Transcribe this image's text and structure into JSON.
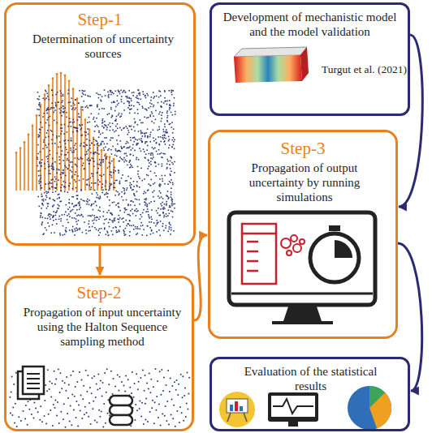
{
  "diagram": {
    "nodes": [
      {
        "text": [
          "Step-1",
          "Determination of uncertainty sources"
        ]
      },
      {
        "text": [
          "Development of mechanistic model and the model validation",
          "Turgut et al. (2021)"
        ]
      },
      {
        "text": [
          "Step-3",
          "Propagation of output uncertainty by running simulations"
        ]
      },
      {
        "text": [
          "Step-2",
          "Propagation of input uncertainty using the Halton Sequence sampling method"
        ]
      },
      {
        "text": [
          "Evaluation of the statistical results"
        ]
      }
    ],
    "edges": [
      {
        "from": 0,
        "to": 3,
        "arrow": "to"
      },
      {
        "from": 3,
        "to": 2,
        "arrow": "to"
      },
      {
        "from": 1,
        "to": 2,
        "arrow": "to"
      },
      {
        "from": 2,
        "to": 4,
        "arrow": "to"
      }
    ]
  }
}
